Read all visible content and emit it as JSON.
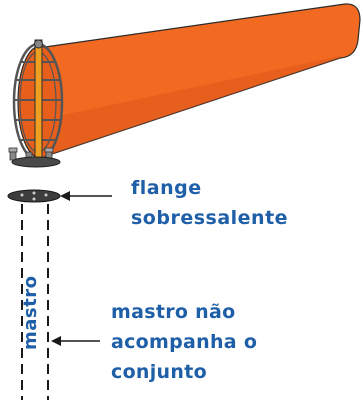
{
  "colors": {
    "sock_orange": "#f26a21",
    "sock_orange_dark": "#d9541a",
    "frame_gray": "#6e6e6e",
    "label_blue": "#1f5fa8",
    "outline_dark": "#2b2b2b"
  },
  "labels": {
    "flange": [
      "flange",
      "sobressalente"
    ],
    "mast_vertical": "mastro",
    "mast_note": [
      "mastro não",
      "acompanha o",
      "conjunto"
    ]
  }
}
